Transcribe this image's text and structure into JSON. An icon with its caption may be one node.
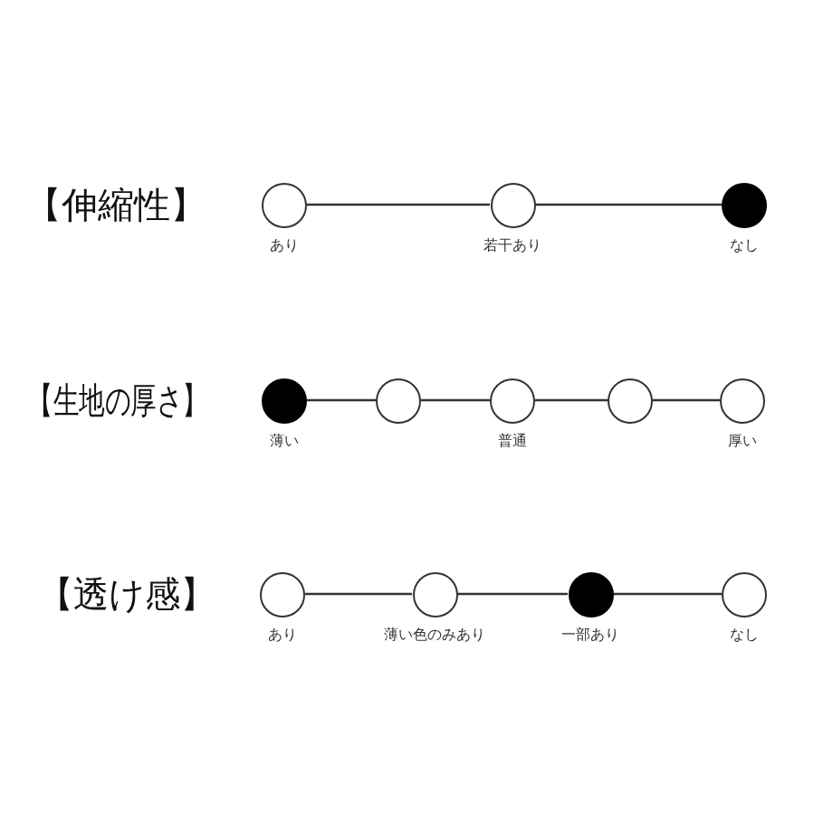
{
  "diagram": {
    "nodes": [
      {
        "text": [],
        "shape": "circle",
        "beside": [
          "あり"
        ]
      },
      {
        "text": [],
        "shape": "circle",
        "beside": [
          "若干あり"
        ]
      },
      {
        "text": [],
        "shape": "dot",
        "beside": [
          "なし"
        ]
      },
      {
        "text": [],
        "shape": "dot",
        "beside": [
          "薄い"
        ]
      },
      {
        "text": [],
        "shape": "circle"
      },
      {
        "text": [],
        "shape": "circle",
        "beside": [
          "普通"
        ]
      },
      {
        "text": [],
        "shape": "circle"
      },
      {
        "text": [],
        "shape": "circle",
        "beside": [
          "厚い"
        ]
      },
      {
        "text": [],
        "shape": "circle",
        "beside": [
          "あり"
        ]
      },
      {
        "text": [],
        "shape": "circle",
        "beside": [
          "薄い色のみあり"
        ]
      },
      {
        "text": [],
        "shape": "dot",
        "beside": [
          "一部あり"
        ]
      },
      {
        "text": [],
        "shape": "circle",
        "beside": [
          "なし"
        ]
      }
    ],
    "edges": [
      {
        "from": 0,
        "to": 1,
        "arrow": "none"
      },
      {
        "from": 1,
        "to": 2,
        "arrow": "none"
      },
      {
        "from": 3,
        "to": 4,
        "arrow": "none"
      },
      {
        "from": 4,
        "to": 5,
        "arrow": "none"
      },
      {
        "from": 5,
        "to": 6,
        "arrow": "none"
      },
      {
        "from": 6,
        "to": 7,
        "arrow": "none"
      },
      {
        "from": 8,
        "to": 9,
        "arrow": "none"
      },
      {
        "from": 9,
        "to": 10,
        "arrow": "none"
      },
      {
        "from": 10,
        "to": 11,
        "arrow": "none"
      }
    ],
    "labels": [
      "【伸縮性】",
      "【生地の厚さ】",
      "【透け感】"
    ]
  }
}
